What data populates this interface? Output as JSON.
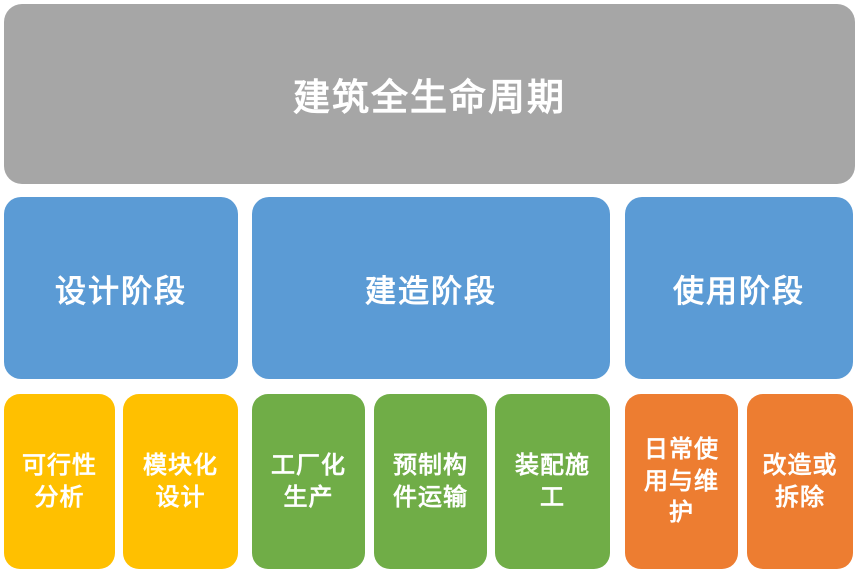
{
  "diagram": {
    "title": "建筑全生命周期"
  },
  "colors": {
    "background": "#FFFFFF",
    "title_box": "#A6A6A6",
    "phase_box": "#5B9BD5",
    "design_sub": "#FFC000",
    "build_sub": "#70AD47",
    "use_sub": "#ED7D31",
    "text": "#FFFFFF"
  },
  "phases": [
    {
      "label": "设计阶段",
      "sub_items": [
        {
          "label": "可行性分析"
        },
        {
          "label": "模块化设计"
        }
      ]
    },
    {
      "label": "建造阶段",
      "sub_items": [
        {
          "label": "工厂化生产"
        },
        {
          "label": "预制构件运输"
        },
        {
          "label": "装配施工"
        }
      ]
    },
    {
      "label": "使用阶段",
      "sub_items": [
        {
          "label": "日常使用与维护"
        },
        {
          "label": "改造或拆除"
        }
      ]
    }
  ]
}
